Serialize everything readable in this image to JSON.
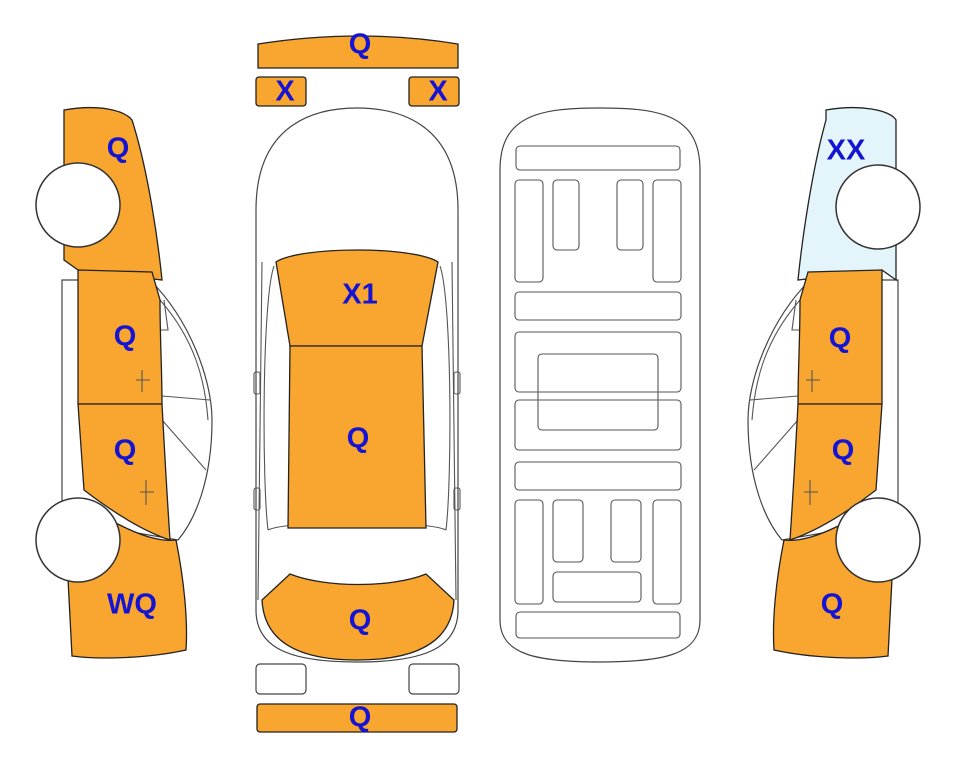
{
  "colors": {
    "damaged": "#F8A630",
    "highlight": "#E3F5FB",
    "undamaged": "#FFFFFF",
    "label": "#1414D2"
  },
  "labels": {
    "front_bumper": "Q",
    "left_mirror": "X",
    "right_mirror": "X",
    "left_front_fender": "Q",
    "left_front_door": "Q",
    "left_rear_door": "Q",
    "left_rear_quarter": "WQ",
    "hood": "X1",
    "roof": "Q",
    "trunk_lid": "Q",
    "rear_bumper": "Q",
    "right_front_fender": "XX",
    "right_front_door": "Q",
    "right_rear_door": "Q",
    "right_rear_quarter": "Q"
  }
}
